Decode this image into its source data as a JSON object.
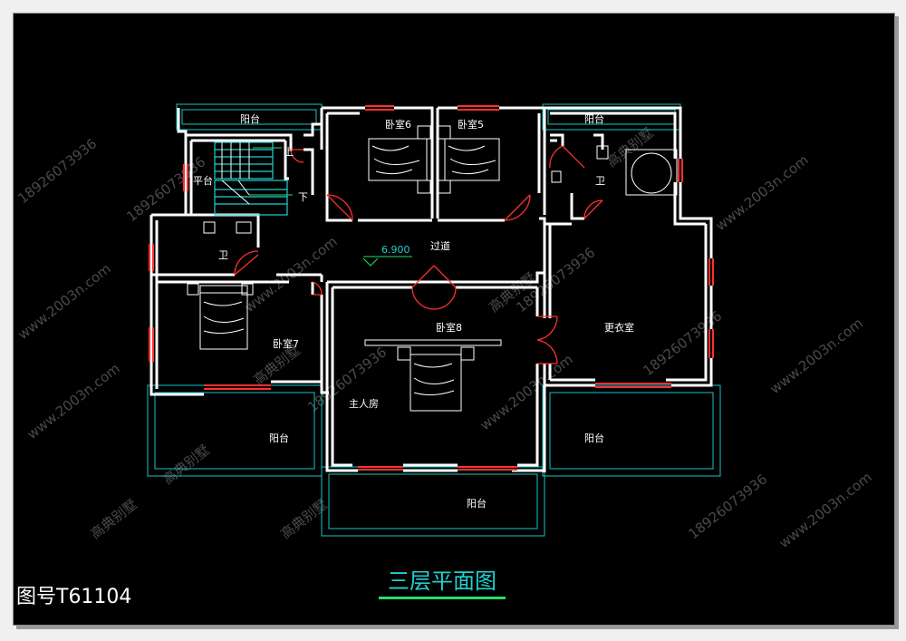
{
  "plan_title": "三层平面图",
  "drawing_number": "图号T61104",
  "elevation": "6.900",
  "rooms": {
    "balcony_top_left": "阳台",
    "balcony_top_right": "阳台",
    "landing": "平台",
    "stair_up": "上",
    "stair_down": "下",
    "bedroom6": "卧室6",
    "bedroom5": "卧室5",
    "bath_left": "卫",
    "bath_right": "卫",
    "corridor": "过道",
    "bedroom8": "卧室8",
    "bedroom7": "卧室7",
    "dressing_room": "更衣室",
    "master_room": "主人房",
    "balcony_bottom_left": "阳台",
    "balcony_bottom_right": "阳台",
    "balcony_bottom_center": "阳台"
  },
  "watermarks": {
    "phone": "18926073936",
    "site": "www.2003n.com",
    "brand": "高典别墅"
  },
  "colors": {
    "background": "#000000",
    "wall": "#ffffff",
    "window": "#ff3030",
    "balcony": "#19c3c3",
    "title": "#22d0d0",
    "underline": "#22e06a"
  }
}
